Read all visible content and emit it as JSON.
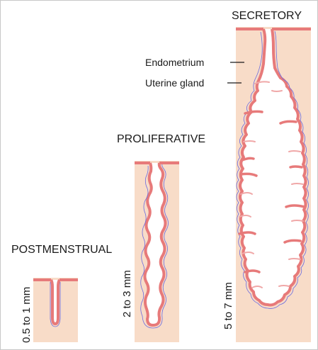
{
  "stages": [
    {
      "id": "postmenstrual",
      "title": "POSTMENSTRUAL",
      "thickness": "0.5 to 1 mm"
    },
    {
      "id": "proliferative",
      "title": "PROLIFERATIVE",
      "thickness": "2 to 3 mm"
    },
    {
      "id": "secretory",
      "title": "SECRETORY",
      "thickness": "5 to 7 mm"
    }
  ],
  "annotations": {
    "endometrium": "Endometrium",
    "uterine_gland": "Uterine gland"
  },
  "colors": {
    "tissue": "#f8dcc8",
    "gland_lining": "#e77a7a",
    "gland_lining_inner": "#f0a8a8",
    "basement_membrane": "#6a6adf",
    "gland_lumen": "#ffffff",
    "text": "#1a1a1a"
  }
}
